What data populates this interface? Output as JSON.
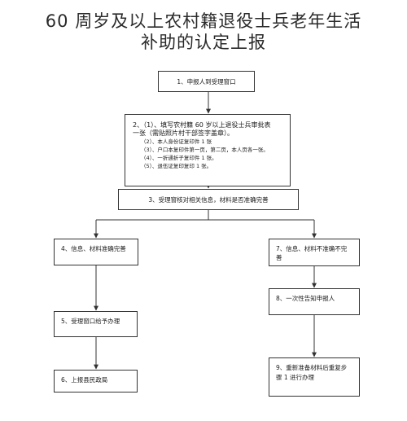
{
  "title": {
    "line1": "60 周岁及以上农村籍退役士兵老年生活",
    "line2": "补助的认定上报"
  },
  "steps": {
    "s1": "1、申报人到受理窗口",
    "s2": {
      "main1": "2、（1）、填写农村籍 60 岁以上退役士兵审批表",
      "main2": "一张（需贴照片村干部签字盖章）。",
      "sub1": "（2）、本人身份证复印件 1 张",
      "sub2": "（3）、户口本复印件第一页，第二页，本人页各一张。",
      "sub3": "（4）、一折通折子复印件 1 张。",
      "sub4": "（5）、退伍证复印复印 1 张。"
    },
    "s3": "3、受理窗核对相关信息，材料是否准确完善",
    "s4": "4、信息、材料准确完善",
    "s5": "5、受理窗口给予办理",
    "s6": "6、上报县民政局",
    "s7": "7、信息、材料不准确不完善",
    "s8": "8、一次性告知申报人",
    "s9": "9、重新准备材料后重复步骤 1 进行办理"
  }
}
